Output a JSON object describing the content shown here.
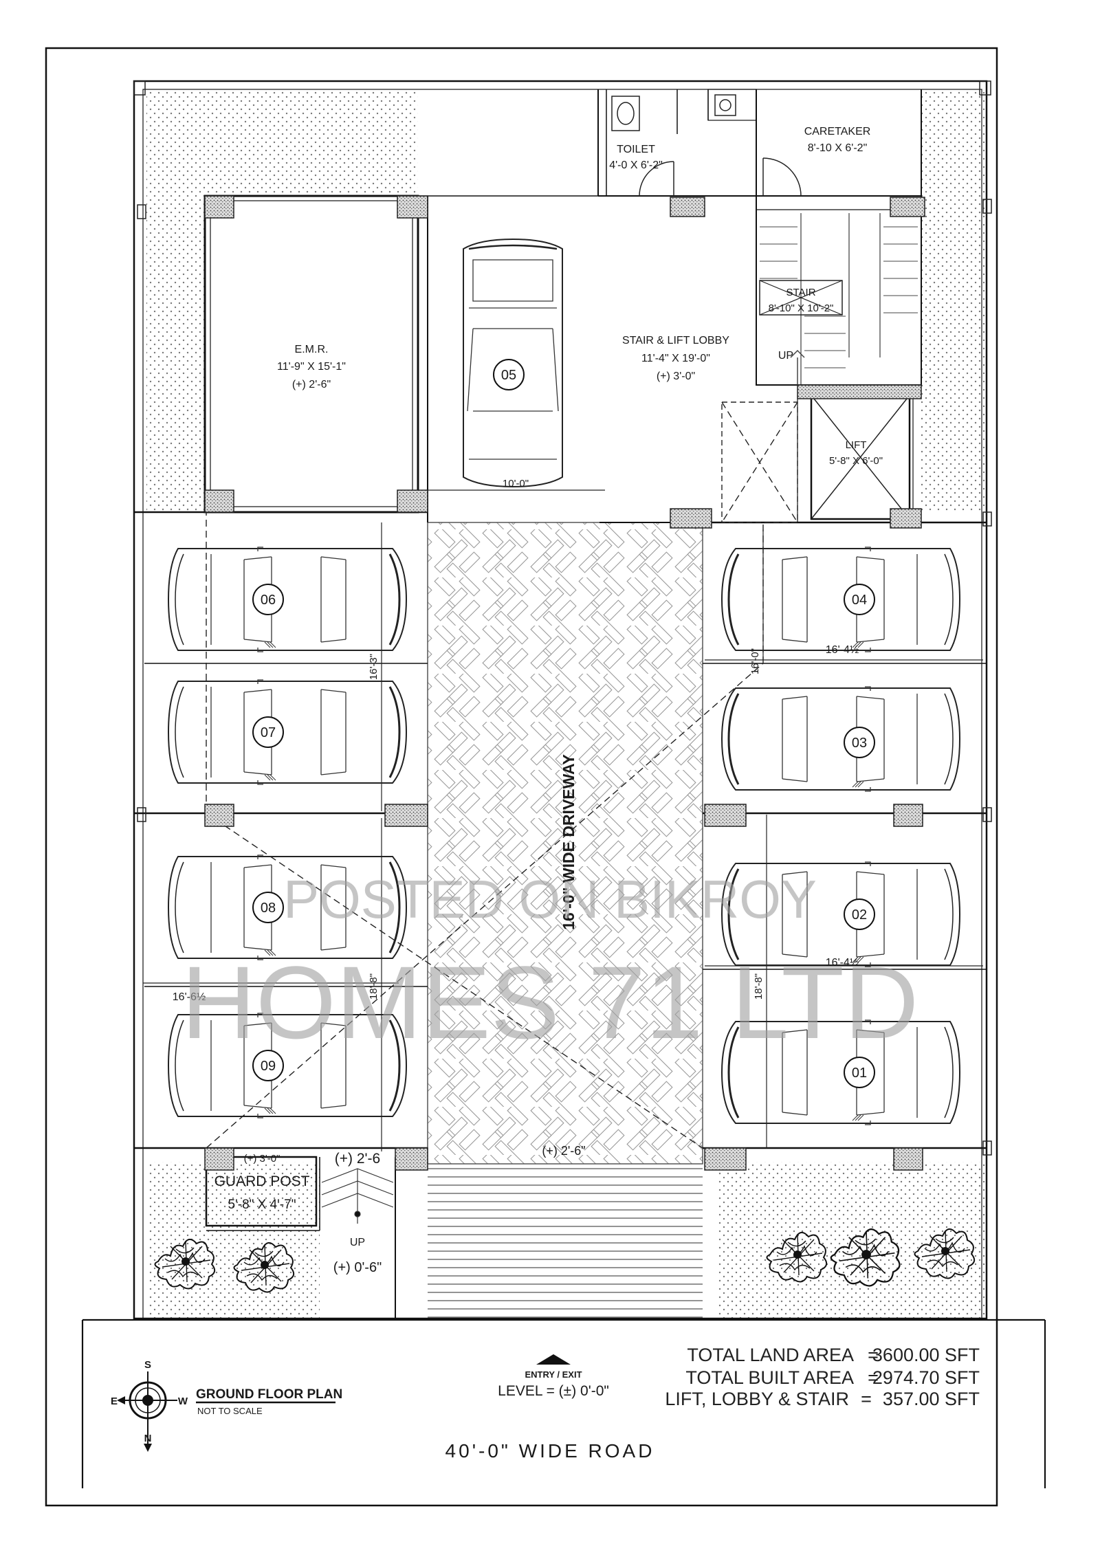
{
  "rooms": {
    "toilet": {
      "name": "TOILET",
      "size": "4'-0 X 6'-2\""
    },
    "caretaker": {
      "name": "CARETAKER",
      "size": "8'-10 X 6'-2\""
    },
    "emr": {
      "name": "E.M.R.",
      "size": "11'-9\" X 15'-1\"",
      "level": "(+) 2'-6\""
    },
    "lobby": {
      "name": "STAIR & LIFT LOBBY",
      "size": "11'-4\" X 19'-0\"",
      "level": "(+) 3'-0\""
    },
    "stair": {
      "name": "STAIR",
      "size": "8'-10\" X 10'-2\""
    },
    "lift": {
      "name": "LIFT",
      "size": "5'-8\" X 6'-0\""
    },
    "guard": {
      "name": "GUARD POST",
      "size": "5'-8\" X 4'-7\"",
      "level": "(+) 3'-0\""
    }
  },
  "labels": {
    "up_stair": "UP",
    "up_entry": "UP",
    "entry_step_level": "(+) 2'-6",
    "entry_landing_level": "(+) 0'-6\"",
    "driveway_level": "(+) 2'-6\"",
    "driveway": "16'-0\" WIDE DRIVEWAY"
  },
  "dimensions": {
    "bay5_width": "10'-0\"",
    "left_upper_depth": "16'-3\"",
    "left_lower_depth": "18'-8\"",
    "left_lower_width": "16'-6½",
    "right_upper_depth": "16'-0\"",
    "right_upper_width": "16'-4½",
    "right_lower_depth": "18'-8\"",
    "right_lower_width": "16'-4½"
  },
  "parking": {
    "p01": "01",
    "p02": "02",
    "p03": "03",
    "p04": "04",
    "p05": "05",
    "p06": "06",
    "p07": "07",
    "p08": "08",
    "p09": "09"
  },
  "legend": {
    "title": "GROUND FLOOR PLAN",
    "subtitle": "NOT TO SCALE",
    "compass": {
      "s": "S",
      "e": "E",
      "w": "W",
      "n": "N"
    }
  },
  "entry": {
    "label": "ENTRY / EXIT",
    "level": "LEVEL = (±) 0'-0\""
  },
  "stats": [
    {
      "label": "TOTAL LAND AREA",
      "eq": "=",
      "value": "3600.00 SFT"
    },
    {
      "label": "TOTAL BUILT AREA",
      "eq": "=",
      "value": "2974.70 SFT"
    },
    {
      "label": "LIFT, LOBBY & STAIR",
      "eq": "=",
      "value": "357.00 SFT"
    }
  ],
  "road": "40'-0\" WIDE ROAD",
  "watermark": {
    "line1": "POSTED ON BIKROY",
    "line2": "HOMES 71 LTD"
  }
}
